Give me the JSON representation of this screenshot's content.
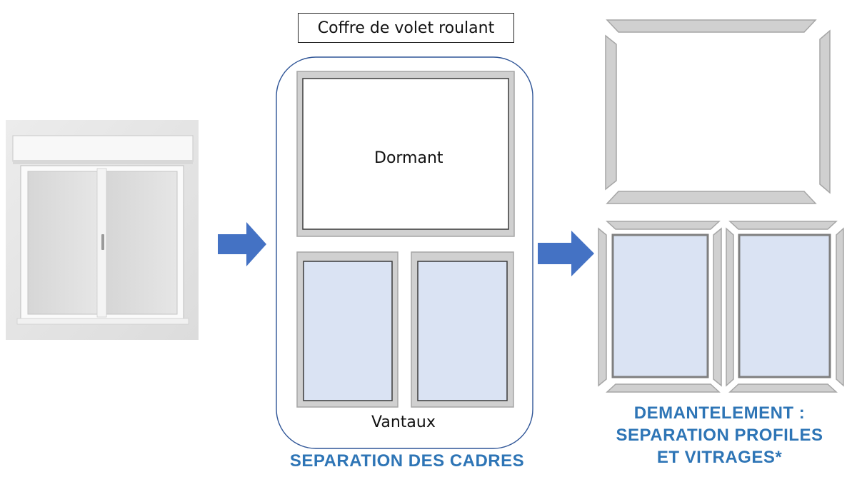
{
  "labels": {
    "coffre": "Coffre de volet roulant",
    "dormant": "Dormant",
    "vantaux": "Vantaux"
  },
  "captions": {
    "middle": "SEPARATION DES CADRES",
    "right_line1": "DEMANTELEMENT :",
    "right_line2": "SEPARATION PROFILES",
    "right_line3": "ET VITRAGES*"
  },
  "colors": {
    "arrow": "#4472c4",
    "caption": "#2e75b6",
    "frame_border": "#a6a6a6",
    "frame_fill": "#d0d0d0",
    "glass": "#dae3f3",
    "group_outline": "#2f5597"
  }
}
